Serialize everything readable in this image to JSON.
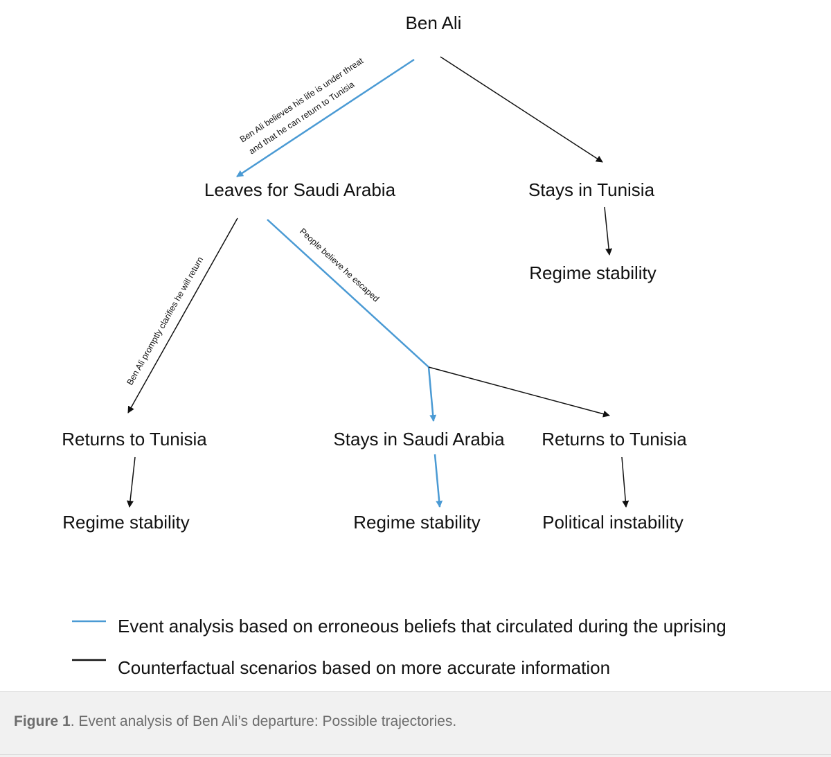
{
  "colors": {
    "erroneous": "#4a9ad4",
    "accurate": "#111111"
  },
  "nodes": {
    "ben_ali": "Ben Ali",
    "leaves_saudi": "Leaves for Saudi Arabia",
    "stays_tunisia": "Stays in Tunisia",
    "regime_stability_top": "Regime stability",
    "returns_tunisia_left": "Returns to Tunisia",
    "regime_stability_left": "Regime stability",
    "stays_saudi": "Stays in Saudi Arabia",
    "regime_stability_mid": "Regime stability",
    "returns_tunisia_right": "Returns to Tunisia",
    "political_instability": "Political instability"
  },
  "edge_labels": {
    "life_threat_line1": "Ben Ali believes his life is under threat",
    "life_threat_line2": "and that he can return to Tunisia",
    "clarifies_return": "Ben Ali promptly clarifies he will return",
    "believe_escaped": "People believe he escaped"
  },
  "legend": {
    "erroneous": "Event analysis based on erroneous beliefs that circulated during the uprising",
    "accurate": "Counterfactual scenarios based on more accurate information"
  },
  "caption": {
    "label": "Figure 1",
    "text": ". Event analysis of Ben Ali’s departure: Possible trajectories."
  }
}
